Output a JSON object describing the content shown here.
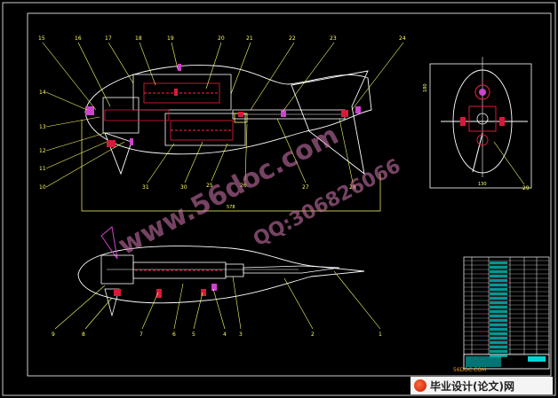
{
  "drawing": {
    "background": "#000000",
    "line_color": "#ffffff",
    "leader_color": "#ffff66",
    "accent_red": "#d81a3a",
    "accent_magenta": "#cc44cc",
    "side_view_labels": [
      "15",
      "16",
      "17",
      "18",
      "19",
      "20",
      "21",
      "22",
      "23",
      "24"
    ],
    "side_view_left_labels": [
      "14",
      "13",
      "12",
      "11",
      "10"
    ],
    "side_view_bottom_labels": [
      "31",
      "30",
      "25",
      "26",
      "27",
      "28"
    ],
    "side_view_width_dim": "578",
    "front_view_height_dim": "180",
    "front_view_width_dim": "130",
    "front_view_label": "29",
    "top_view_labels": [
      "9",
      "8",
      "7",
      "6",
      "5",
      "4",
      "3",
      "2",
      "1"
    ]
  },
  "watermark": {
    "site": "www.56doc.com",
    "qq": "QQ:306826066"
  },
  "title_block": {
    "site_tag": "56DOC.COM",
    "footer_text": "毕业设计(论文)网"
  }
}
